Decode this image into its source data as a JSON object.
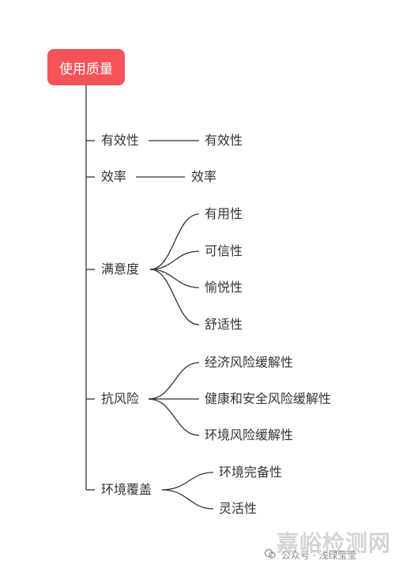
{
  "root": "使用质量",
  "branches": [
    {
      "label": "有效性",
      "children": [
        "有效性"
      ]
    },
    {
      "label": "效率",
      "children": [
        "效率"
      ]
    },
    {
      "label": "满意度",
      "children": [
        "有用性",
        "可信性",
        "愉悦性",
        "舒适性"
      ]
    },
    {
      "label": "抗风险",
      "children": [
        "经济风险缓解性",
        "健康和安全风险缓解性",
        "环境风险缓解性"
      ]
    },
    {
      "label": "环境覆盖",
      "children": [
        "环境完备性",
        "灵活性"
      ]
    }
  ],
  "watermark": {
    "brand": "嘉峪检测网",
    "account": "公众号 · 浅绿莹莹"
  },
  "colors": {
    "root_bg": "#f5535a",
    "line": "#333333"
  }
}
